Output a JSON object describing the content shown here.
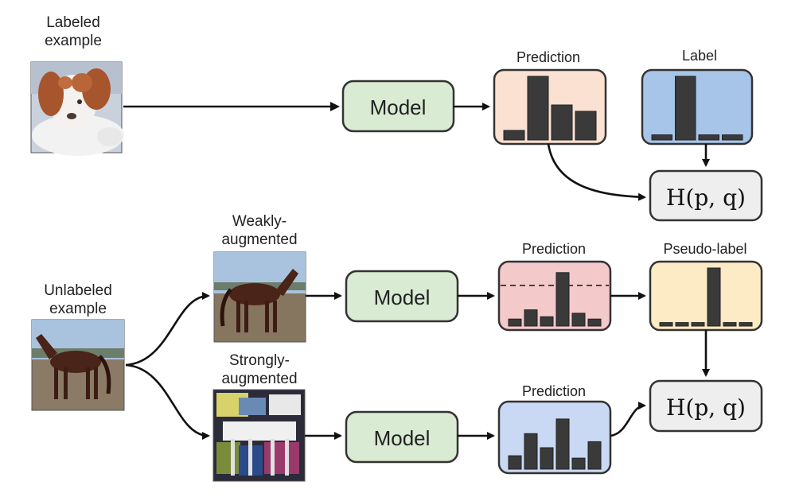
{
  "labeled": {
    "caption_line1": "Labeled",
    "caption_line2": "example",
    "image": "dog-photo"
  },
  "unlabeled": {
    "caption_line1": "Unlabeled",
    "caption_line2": "example",
    "image": "horse-photo"
  },
  "weak": {
    "caption_line1": "Weakly-",
    "caption_line2": "augmented",
    "image": "horse-photo-weak"
  },
  "strong": {
    "caption_line1": "Strongly-",
    "caption_line2": "augmented",
    "image": "horse-photo-strong"
  },
  "model_label": "Model",
  "loss_label": "H(p, q)",
  "top": {
    "prediction_title": "Prediction",
    "prediction_values": [
      0.15,
      1.0,
      0.55,
      0.45
    ],
    "label_title": "Label",
    "label_values": [
      0.08,
      1.0,
      0.08,
      0.08
    ]
  },
  "weak_branch": {
    "prediction_title": "Prediction",
    "prediction_values": [
      0.12,
      0.28,
      0.16,
      0.92,
      0.22,
      0.12
    ],
    "threshold": 0.7,
    "pseudo_title": "Pseudo-label",
    "pseudo_values": [
      0.06,
      0.06,
      0.06,
      1.0,
      0.06,
      0.06
    ]
  },
  "strong_branch": {
    "prediction_title": "Prediction",
    "prediction_values": [
      0.22,
      0.58,
      0.35,
      0.82,
      0.18,
      0.45
    ]
  },
  "colors": {
    "model_fill": "#d9ebd3",
    "top_prediction_fill": "#fbe1d1",
    "label_fill": "#a7c5e8",
    "weak_prediction_fill": "#f4c9c9",
    "pseudo_fill": "#fcebc4",
    "strong_prediction_fill": "#c9d8f3",
    "loss_fill": "#eeeeee"
  }
}
